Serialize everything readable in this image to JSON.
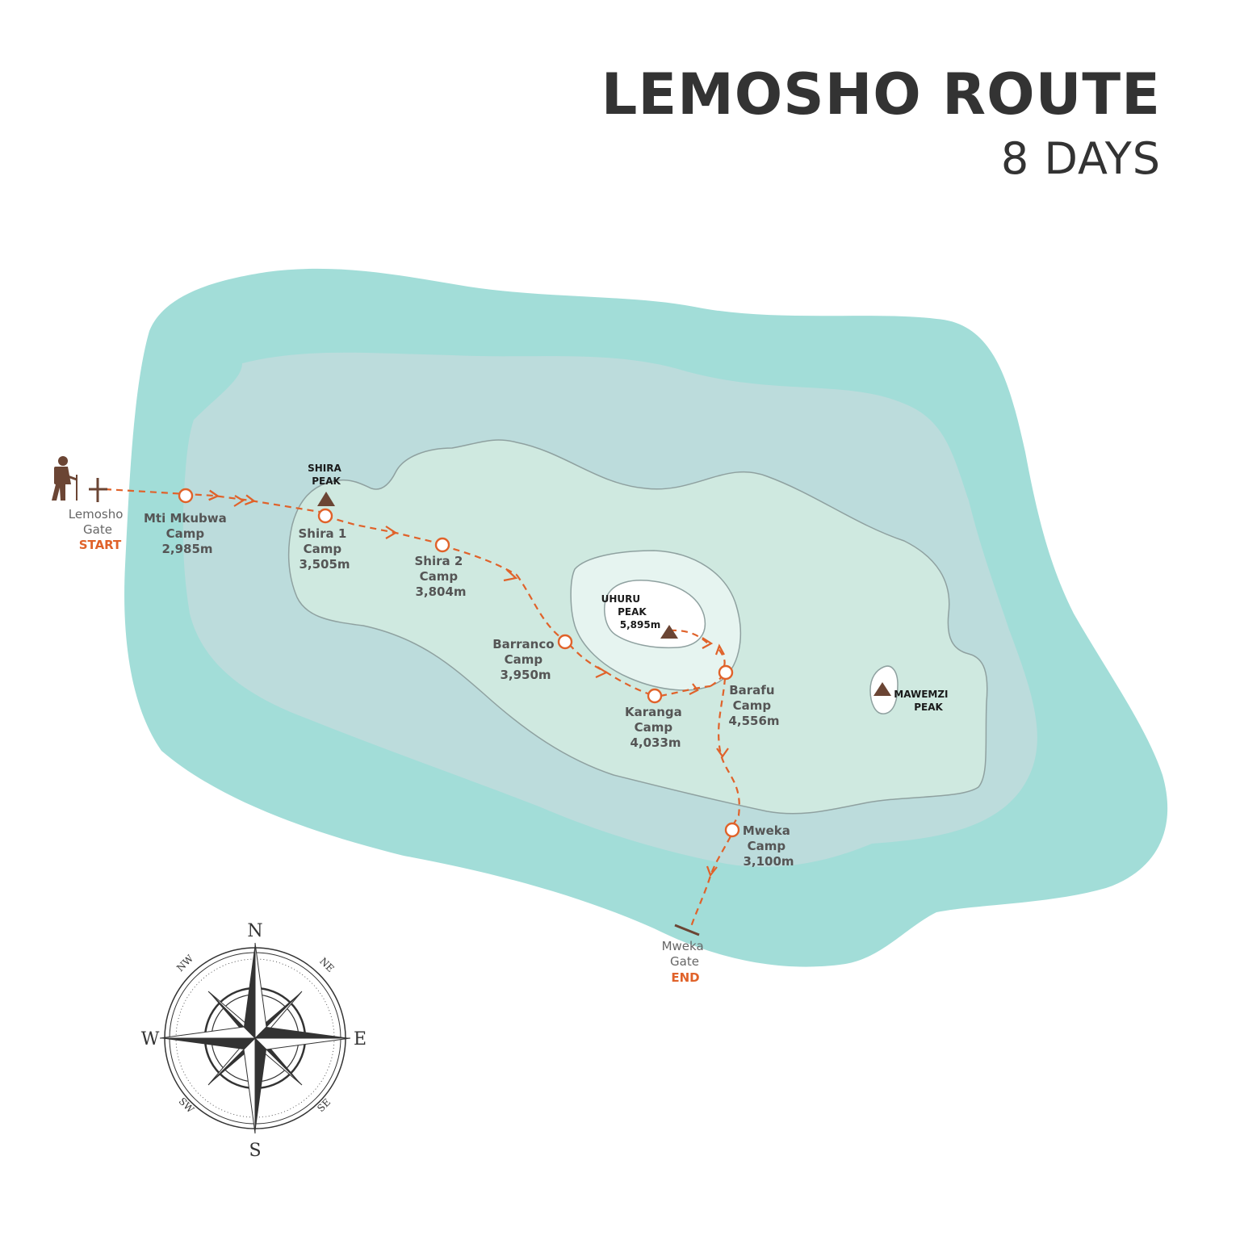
{
  "title": {
    "main": "LEMOSHO ROUTE",
    "sub": "8 DAYS"
  },
  "colors": {
    "route": "#e0622a",
    "outer_zone": "#a2ddd8",
    "middle_zone": "#bcdcdc",
    "inner_zone": "#cfe9e0",
    "summit_zone": "#e6f4f0",
    "peak_marker": "#6b4534",
    "gate_marker": "#6b4534"
  },
  "gates": {
    "start": {
      "lines": [
        "Lemosho",
        "Gate"
      ],
      "tag": "START"
    },
    "end": {
      "lines": [
        "Mweka",
        "Gate"
      ],
      "tag": "END"
    }
  },
  "camps": [
    {
      "id": "mti-mkubwa",
      "lines": [
        "Mti Mkubwa",
        "Camp",
        "2,985m"
      ]
    },
    {
      "id": "shira-1",
      "lines": [
        "Shira 1",
        "Camp",
        "3,505m"
      ]
    },
    {
      "id": "shira-2",
      "lines": [
        "Shira 2",
        "Camp",
        "3,804m"
      ]
    },
    {
      "id": "barranco",
      "lines": [
        "Barranco",
        "Camp",
        "3,950m"
      ]
    },
    {
      "id": "karanga",
      "lines": [
        "Karanga",
        "Camp",
        "4,033m"
      ]
    },
    {
      "id": "barafu",
      "lines": [
        "Barafu",
        "Camp",
        "4,556m"
      ]
    },
    {
      "id": "mweka",
      "lines": [
        "Mweka",
        "Camp",
        "3,100m"
      ]
    }
  ],
  "peaks": [
    {
      "id": "shira",
      "lines": [
        "SHIRA",
        "PEAK"
      ]
    },
    {
      "id": "uhuru",
      "lines": [
        "UHURU",
        "PEAK",
        "5,895m"
      ]
    },
    {
      "id": "mawemzi",
      "lines": [
        "MAWEMZI",
        "PEAK"
      ]
    }
  ],
  "compass": {
    "cardinals": {
      "n": "N",
      "s": "S",
      "e": "E",
      "w": "W"
    },
    "intercardinals": {
      "ne": "NE",
      "nw": "NW",
      "se": "SE",
      "sw": "SW"
    }
  },
  "icons": {
    "hiker": "hiker-icon",
    "compass": "compass-rose-icon"
  }
}
